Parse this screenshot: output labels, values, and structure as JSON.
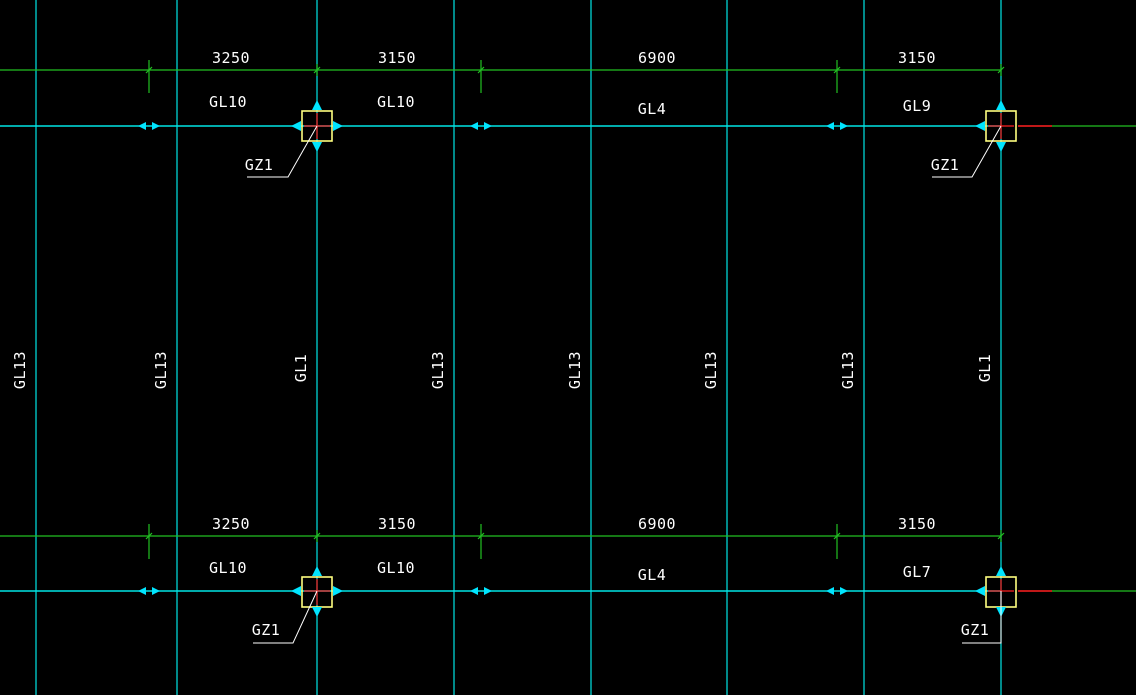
{
  "colors": {
    "background": "#000000",
    "beam_line": "#00e5e5",
    "dimension_line": "#22c022",
    "column_border": "#ffff80",
    "column_cross": "#ff2020",
    "text": "#ffffff",
    "arrow": "#00e5ff"
  },
  "rows": [
    {
      "dimensions": [
        "3250",
        "3150",
        "6900",
        "3150"
      ],
      "beams": [
        "GL10",
        "GL10",
        "GL4",
        "GL9"
      ],
      "columns": [
        "GZ1",
        "GZ1"
      ]
    },
    {
      "dimensions": [
        "3250",
        "3150",
        "6900",
        "3150"
      ],
      "beams": [
        "GL10",
        "GL10",
        "GL4",
        "GL7"
      ],
      "columns": [
        "GZ1",
        "GZ1"
      ]
    }
  ],
  "vertical_beams": [
    "GL13",
    "GL13",
    "GL1",
    "GL13",
    "GL13",
    "GL13",
    "GL13",
    "GL1"
  ]
}
